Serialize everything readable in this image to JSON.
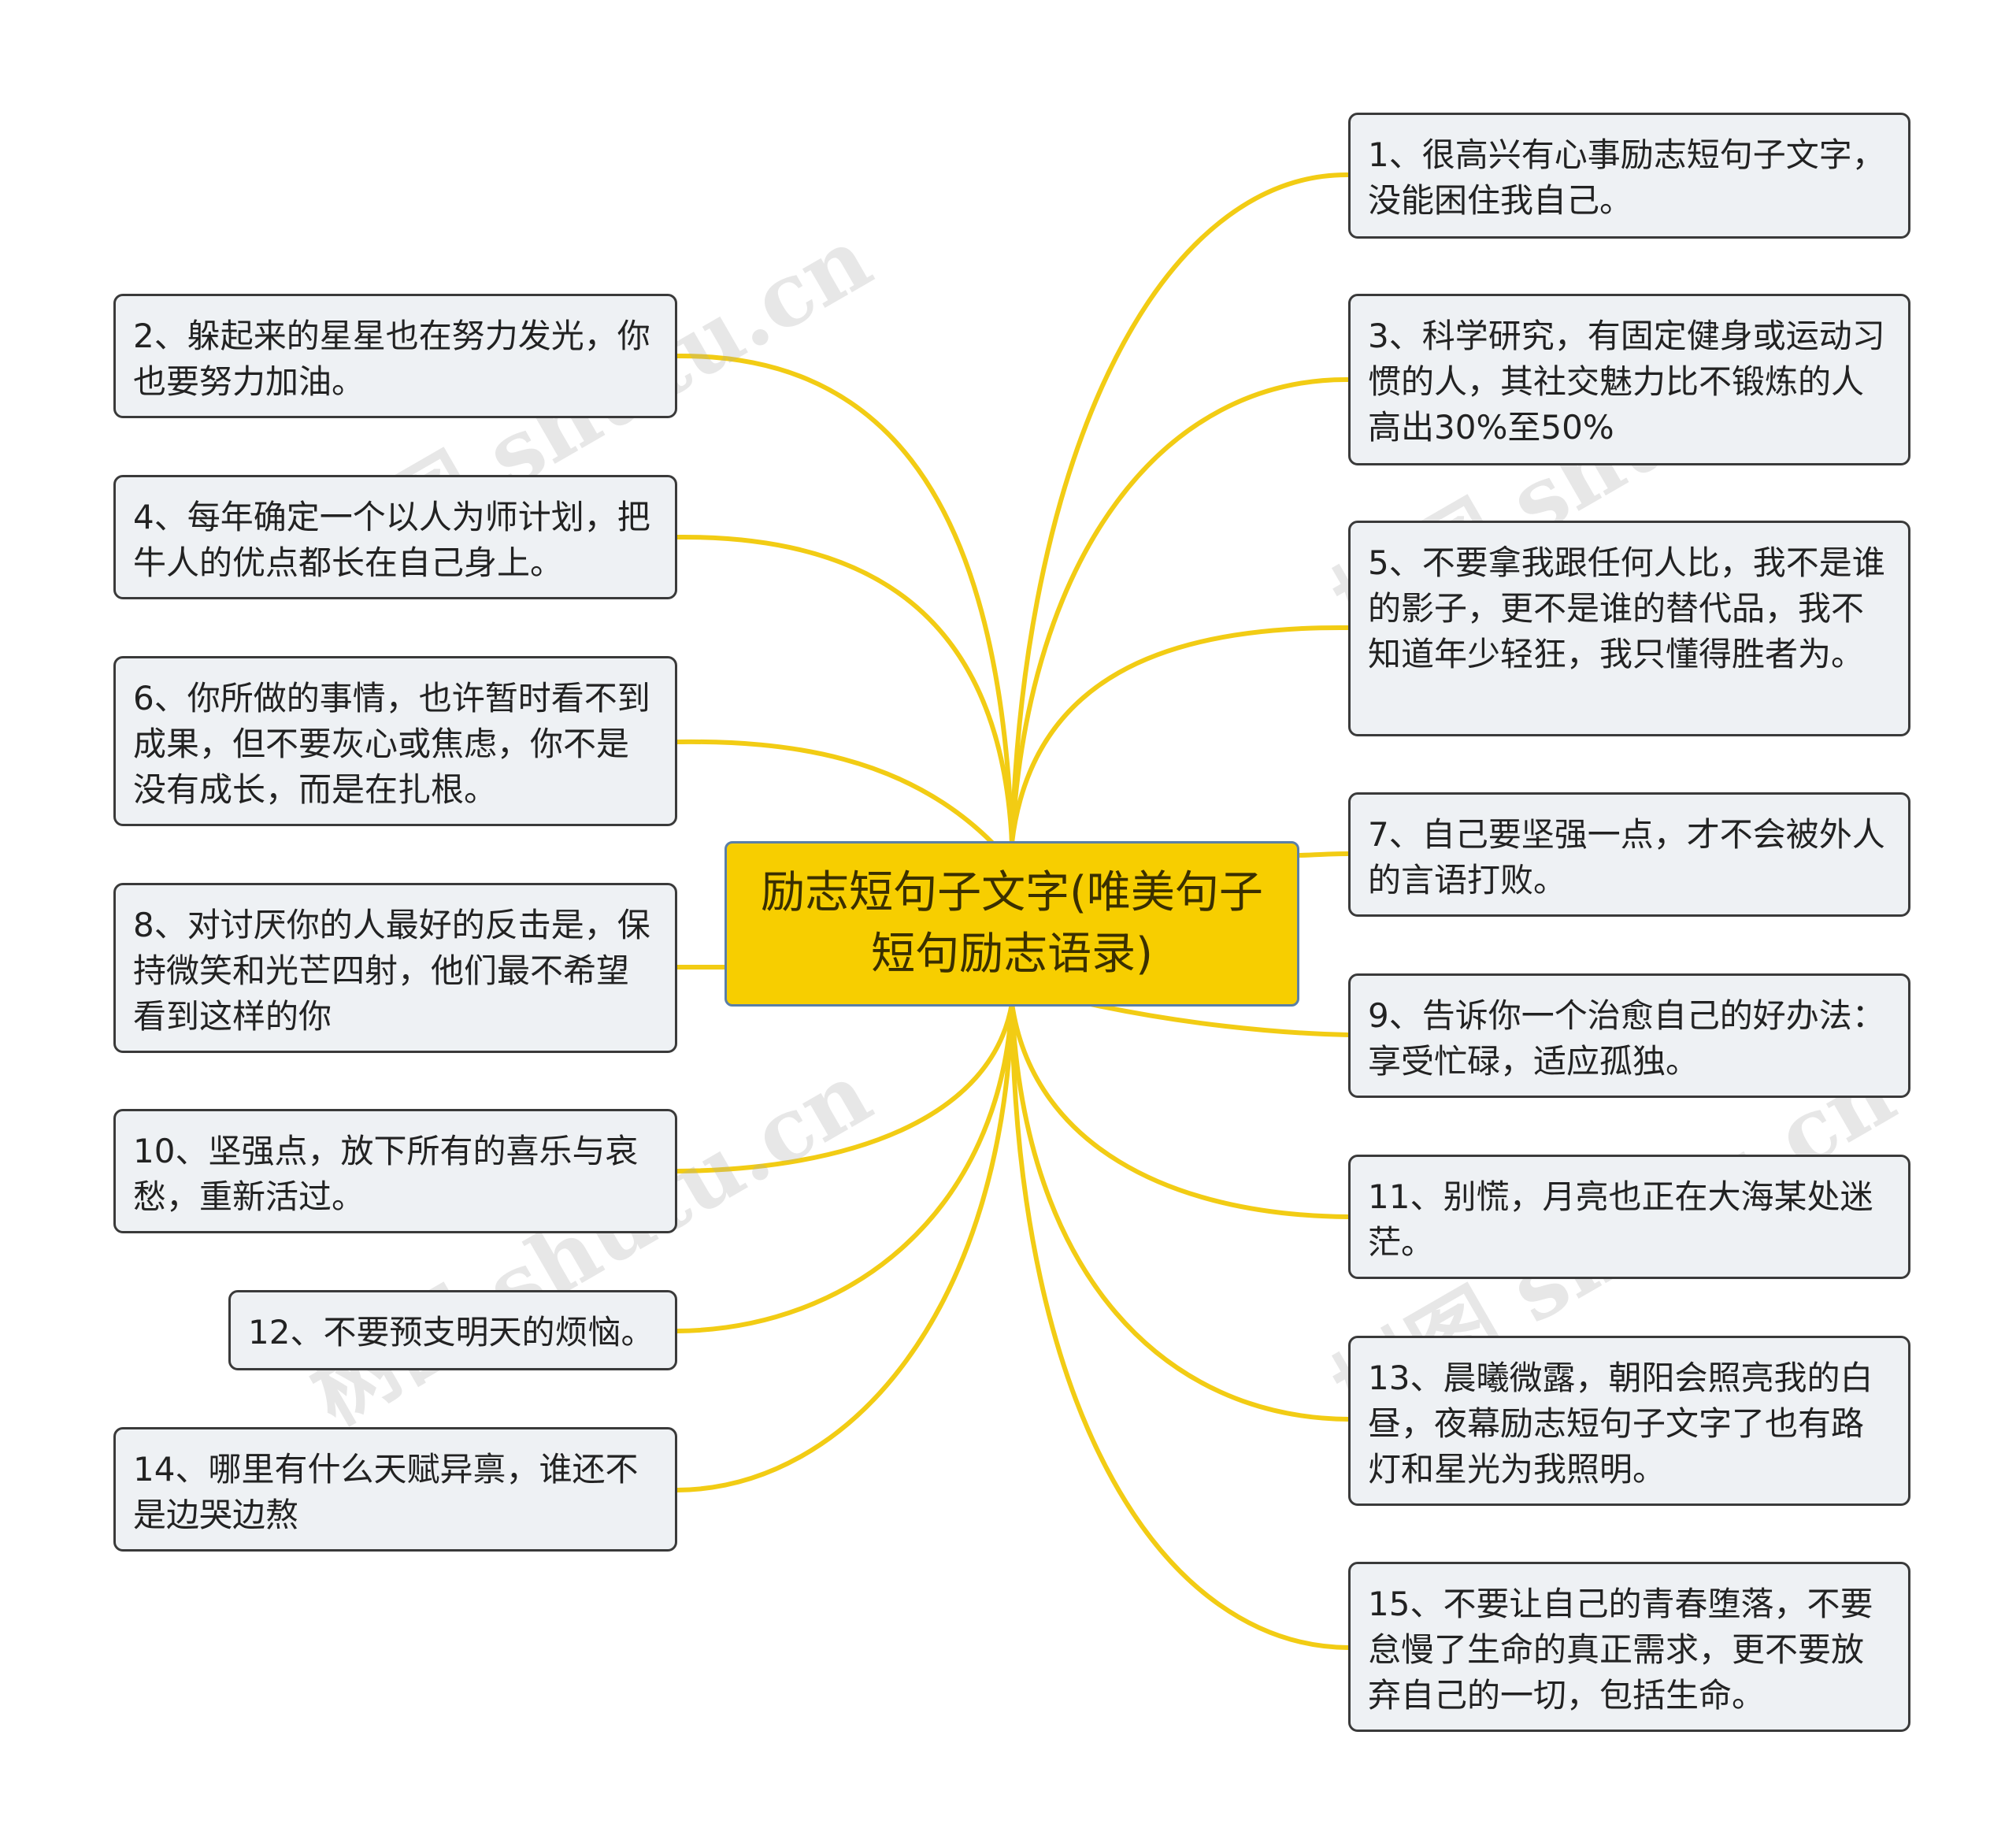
{
  "root": {
    "title": "励志短句子文字(唯美句子短句励志语录)"
  },
  "nodes": [
    {
      "id": "n1",
      "text": "1、很高兴有心事励志短句子文字，没能困住我自己。"
    },
    {
      "id": "n2",
      "text": "2、躲起来的星星也在努力发光，你也要努力加油。"
    },
    {
      "id": "n3",
      "text": "3、科学研究，有固定健身或运动习惯的人，其社交魅力比不锻炼的人高出30%至50%"
    },
    {
      "id": "n4",
      "text": "4、每年确定一个以人为师计划，把牛人的优点都长在自己身上。"
    },
    {
      "id": "n5",
      "text": "5、不要拿我跟任何人比，我不是谁的影子，更不是谁的替代品，我不知道年少轻狂，我只懂得胜者为。"
    },
    {
      "id": "n6",
      "text": "6、你所做的事情，也许暂时看不到成果，但不要灰心或焦虑，你不是没有成长，而是在扎根。"
    },
    {
      "id": "n7",
      "text": "7、自己要坚强一点，才不会被外人的言语打败。"
    },
    {
      "id": "n8",
      "text": "8、对讨厌你的人最好的反击是，保持微笑和光芒四射，他们最不希望看到这样的你"
    },
    {
      "id": "n9",
      "text": "9、告诉你一个治愈自己的好办法：享受忙碌，适应孤独。"
    },
    {
      "id": "n10",
      "text": "10、坚强点，放下所有的喜乐与哀愁，重新活过。"
    },
    {
      "id": "n11",
      "text": "11、别慌，月亮也正在大海某处迷茫。"
    },
    {
      "id": "n12",
      "text": "12、不要预支明天的烦恼。"
    },
    {
      "id": "n13",
      "text": "13、晨曦微露，朝阳会照亮我的白昼，夜幕励志短句子文字了也有路灯和星光为我照明。"
    },
    {
      "id": "n14",
      "text": "14、哪里有什么天赋异禀，谁还不是边哭边熬"
    },
    {
      "id": "n15",
      "text": "15、不要让自己的青春堕落，不要怠慢了生命的真正需求，更不要放弃自己的一切，包括生命。"
    }
  ],
  "watermark": "树图 shutu.cn",
  "colors": {
    "link": "#f2cc14",
    "root_fill": "#f7ce00",
    "node_fill": "#eef1f4",
    "node_border": "#3a3a3a"
  }
}
